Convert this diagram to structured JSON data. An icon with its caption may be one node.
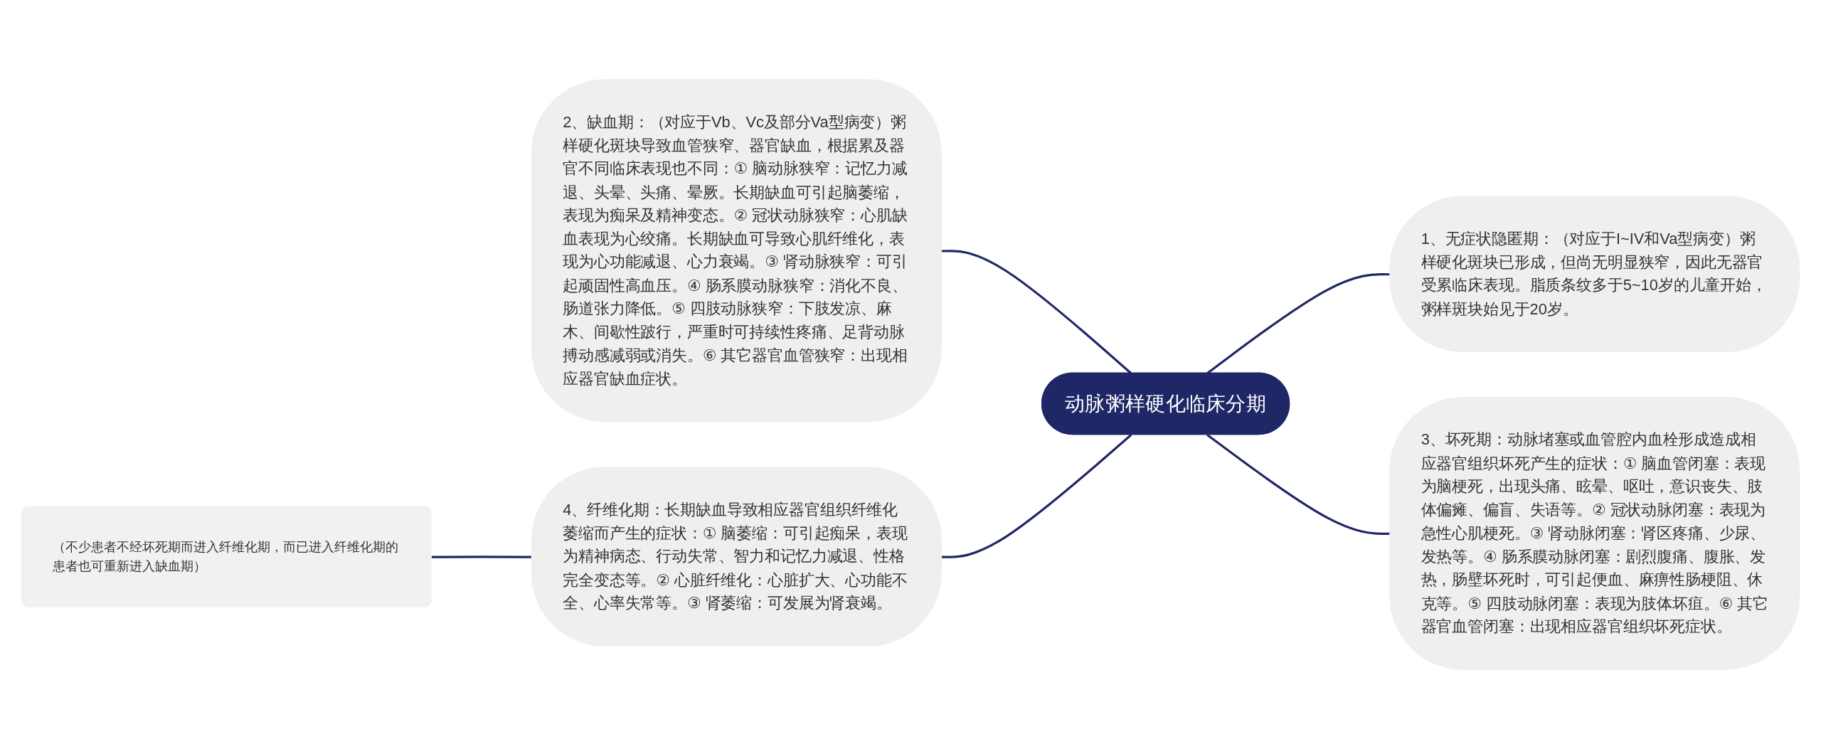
{
  "diagram": {
    "nodes": [
      {
        "text": [
          "动脉粥样硬化临床分期"
        ]
      },
      {
        "text": [
          "1、无症状隐匿期：（对应于I~IV和Va型病变）粥样硬化斑块已形成，但尚无明显狭窄，因此无器官受累临床表现。脂质条纹多于5~10岁的儿童开始，粥样斑块始见于20岁。"
        ]
      },
      {
        "text": [
          "2、缺血期：（对应于Vb、Vc及部分Va型病变）粥样硬化斑块导致血管狭窄、器官缺血，根据累及器官不同临床表现也不同：① 脑动脉狭窄：记忆力减退、头晕、头痛、晕厥。长期缺血可引起脑萎缩，表现为痴呆及精神变态。② 冠状动脉狭窄：心肌缺血表现为心绞痛。长期缺血可导致心肌纤维化，表现为心功能减退、心力衰竭。③ 肾动脉狭窄：可引起顽固性高血压。④ 肠系膜动脉狭窄：消化不良、肠道张力降低。⑤ 四肢动脉狭窄：下肢发凉、麻木、间歇性跛行，严重时可持续性疼痛、足背动脉搏动感减弱或消失。⑥ 其它器官血管狭窄：出现相应器官缺血症状。"
        ]
      },
      {
        "text": [
          "3、坏死期：动脉堵塞或血管腔内血栓形成造成相应器官组织坏死产生的症状：① 脑血管闭塞：表现为脑梗死，出现头痛、眩晕、呕吐，意识丧失、肢体偏瘫、偏盲、失语等。② 冠状动脉闭塞：表现为急性心肌梗死。③ 肾动脉闭塞：肾区疼痛、少尿、发热等。④ 肠系膜动脉闭塞：剧烈腹痛、腹胀、发热，肠壁坏死时，可引起便血、麻痹性肠梗阻、休克等。⑤ 四肢动脉闭塞：表现为肢体坏疽。⑥ 其它器官血管闭塞：出现相应器官组织坏死症状。"
        ]
      },
      {
        "text": [
          "4、纤维化期：长期缺血导致相应器官组织纤维化萎缩而产生的症状：① 脑萎缩：可引起痴呆，表现为精神病态、行动失常、智力和记忆力减退、性格完全变态等。② 心脏纤维化：心脏扩大、心功能不全、心率失常等。③ 肾萎缩：可发展为肾衰竭。"
        ]
      },
      {
        "text": [
          "（不少患者不经坏死期而进入纤维化期，而已进入纤维化期的患者也可重新进入缺血期）"
        ]
      }
    ],
    "edges": [
      {
        "from": 0,
        "to": 1,
        "arrow": "none"
      },
      {
        "from": 2,
        "to": 0,
        "arrow": "none"
      },
      {
        "from": 0,
        "to": 3,
        "arrow": "none"
      },
      {
        "from": 4,
        "to": 0,
        "arrow": "none"
      },
      {
        "from": 5,
        "to": 4,
        "arrow": "none"
      }
    ]
  }
}
